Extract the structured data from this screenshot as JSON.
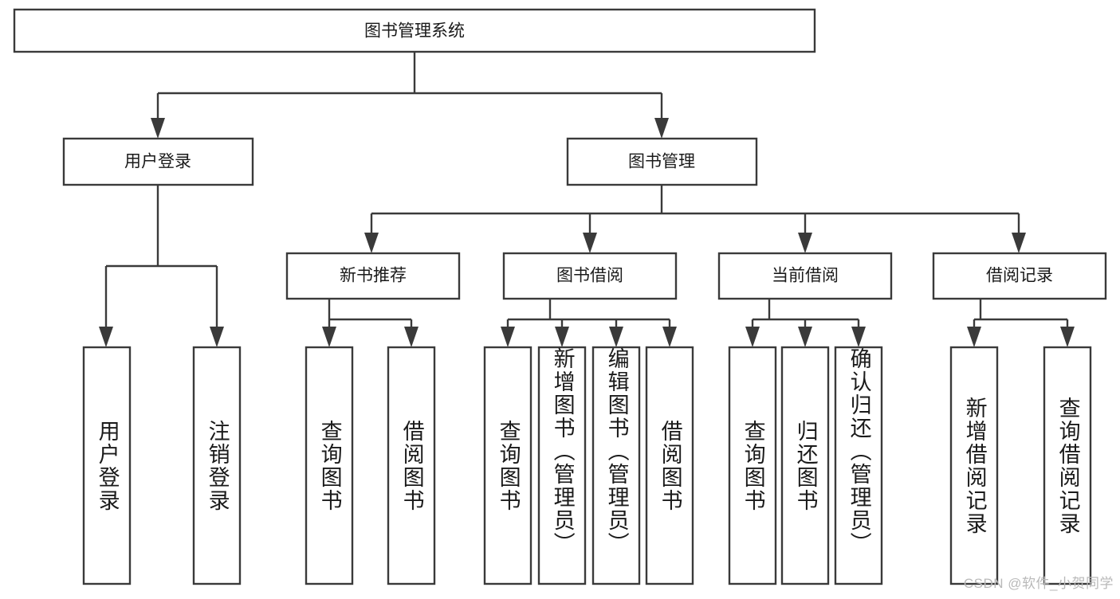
{
  "diagram": {
    "title": "图书管理系统",
    "type": "hierarchy-tree",
    "root": {
      "id": "root",
      "label": "图书管理系统",
      "orientation": "horizontal"
    },
    "level2": [
      {
        "id": "user-login",
        "label": "用户登录",
        "orientation": "horizontal"
      },
      {
        "id": "book-management",
        "label": "图书管理",
        "orientation": "horizontal"
      }
    ],
    "level3": [
      {
        "id": "new-book-recommend",
        "label": "新书推荐",
        "parent": "book-management",
        "orientation": "horizontal"
      },
      {
        "id": "book-borrow",
        "label": "图书借阅",
        "parent": "book-management",
        "orientation": "horizontal"
      },
      {
        "id": "current-borrow",
        "label": "当前借阅",
        "parent": "book-management",
        "orientation": "horizontal"
      },
      {
        "id": "borrow-record",
        "label": "借阅记录",
        "parent": "book-management",
        "orientation": "horizontal"
      }
    ],
    "leaves": [
      {
        "id": "leaf-user-login",
        "label": "用户登录",
        "parent": "user-login",
        "orientation": "vertical"
      },
      {
        "id": "leaf-user-logout",
        "label": "注销登录",
        "parent": "user-login",
        "orientation": "vertical"
      },
      {
        "id": "leaf-query-book-1",
        "label": "查询图书",
        "parent": "new-book-recommend",
        "orientation": "vertical"
      },
      {
        "id": "leaf-borrow-book-1",
        "label": "借阅图书",
        "parent": "new-book-recommend",
        "orientation": "vertical"
      },
      {
        "id": "leaf-query-book-2",
        "label": "查询图书",
        "parent": "book-borrow",
        "orientation": "vertical"
      },
      {
        "id": "leaf-add-book",
        "label": "新增图书（管理员）",
        "parent": "book-borrow",
        "orientation": "vertical"
      },
      {
        "id": "leaf-edit-book",
        "label": "编辑图书（管理员）",
        "parent": "book-borrow",
        "orientation": "vertical"
      },
      {
        "id": "leaf-borrow-book-2",
        "label": "借阅图书",
        "parent": "book-borrow",
        "orientation": "vertical"
      },
      {
        "id": "leaf-query-book-3",
        "label": "查询图书",
        "parent": "current-borrow",
        "orientation": "vertical"
      },
      {
        "id": "leaf-return-book",
        "label": "归还图书",
        "parent": "current-borrow",
        "orientation": "vertical"
      },
      {
        "id": "leaf-confirm-return",
        "label": "确认归还（管理员）",
        "parent": "current-borrow",
        "orientation": "vertical"
      },
      {
        "id": "leaf-add-record",
        "label": "新增借阅记录",
        "parent": "borrow-record",
        "orientation": "vertical"
      },
      {
        "id": "leaf-query-record",
        "label": "查询借阅记录",
        "parent": "borrow-record",
        "orientation": "vertical"
      }
    ],
    "colors": {
      "box_fill": "#ffffff",
      "box_stroke": "#3a3a3a",
      "text": "#1a1a1a",
      "background": "#ffffff",
      "watermark": "#b9b9b9"
    }
  },
  "watermark": {
    "text": "CSDN @软件_小贺同学"
  }
}
